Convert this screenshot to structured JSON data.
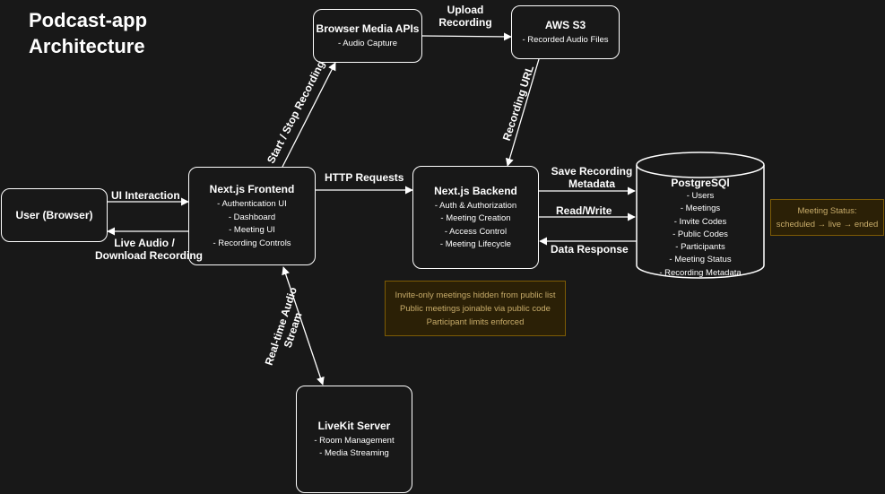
{
  "title": {
    "line1": "Podcast-app",
    "line2": "Architecture"
  },
  "nodes": {
    "user": {
      "name": "User (Browser)"
    },
    "frontend": {
      "name": "Next.js Frontend",
      "lines": [
        "- Authentication UI",
        "- Dashboard",
        "- Meeting UI",
        "- Recording Controls"
      ]
    },
    "media_apis": {
      "name": "Browser Media APIs",
      "lines": [
        "- Audio Capture"
      ]
    },
    "s3": {
      "name": "AWS S3",
      "lines": [
        "- Recorded Audio Files"
      ]
    },
    "backend": {
      "name": "Next.js Backend",
      "lines": [
        "- Auth & Authorization",
        "- Meeting Creation",
        "- Access Control",
        "- Meeting Lifecycle"
      ]
    },
    "postgres": {
      "name": "PostgreSQl",
      "lines": [
        "- Users",
        "- Meetings",
        "- Invite Codes",
        "- Public Codes",
        "- Participants",
        "- Meeting Status",
        "- Recording Metadata"
      ]
    },
    "livekit": {
      "name": "LiveKit Server",
      "lines": [
        "- Room Management",
        "- Media Streaming"
      ]
    }
  },
  "edges": {
    "ui_interaction": "UI Interaction",
    "live_audio": {
      "line1": "Live Audio /",
      "line2": "Download Recording"
    },
    "start_stop": "Start / Stop Recording",
    "upload": {
      "line1": "Upload",
      "line2": "Recording"
    },
    "recording_url": "Recording URL",
    "http_requests": "HTTP Requests",
    "save_metadata": {
      "line1": "Save Recording",
      "line2": "Metadata"
    },
    "read_write": "Read/Write",
    "data_response": "Data Response",
    "realtime_stream": {
      "line1": "Real-time Audio",
      "line2": "Stream"
    }
  },
  "notes": {
    "meeting_status": {
      "line1": "Meeting Status:",
      "line2": "scheduled → live → ended"
    },
    "access_rules": [
      "Invite-only meetings hidden from public list",
      "Public meetings joinable via public code",
      "Participant limits enforced"
    ]
  },
  "colors": {
    "background": "#181818",
    "stroke": "#ffffff",
    "note_fill": "#2b2006",
    "note_border": "#7d5b05",
    "note_text": "#c8ac6a"
  }
}
